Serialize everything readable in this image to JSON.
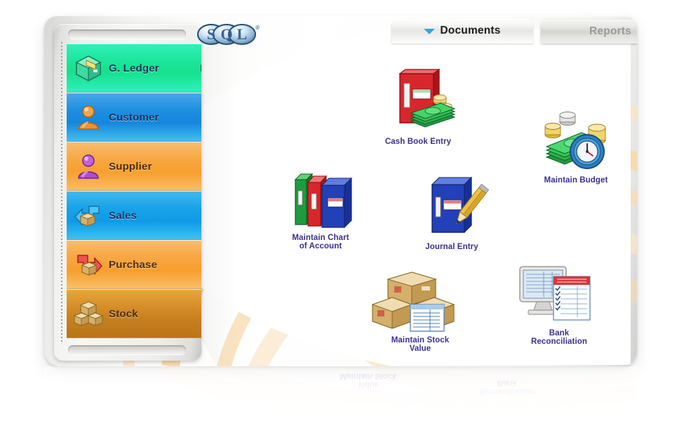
{
  "app": {
    "logo_text": "SQL",
    "logo_registered_mark": "®"
  },
  "tabs": [
    {
      "id": "documents",
      "label": "Documents",
      "active": true,
      "icon": "chevron-down-icon"
    },
    {
      "id": "reports",
      "label": "Reports",
      "active": false,
      "icon": null
    }
  ],
  "sidebar": {
    "items": [
      {
        "id": "g-ledger",
        "label": "G. Ledger",
        "icon": "ledger-cube-icon",
        "color": "#1ee79e",
        "selected": true,
        "has_arrow": true
      },
      {
        "id": "customer",
        "label": "Customer",
        "icon": "customer-person-icon",
        "color": "#1f8fe0",
        "selected": false,
        "has_arrow": false
      },
      {
        "id": "supplier",
        "label": "Supplier",
        "icon": "supplier-person-icon",
        "color": "#f7a945",
        "selected": false,
        "has_arrow": false
      },
      {
        "id": "sales",
        "label": "Sales",
        "icon": "sales-arrow-box-icon",
        "color": "#19a3e8",
        "selected": false,
        "has_arrow": false
      },
      {
        "id": "purchase",
        "label": "Purchase",
        "icon": "purchase-arrow-box-icon",
        "color": "#f7a845",
        "selected": false,
        "has_arrow": false
      },
      {
        "id": "stock",
        "label": "Stock",
        "icon": "stock-boxes-icon",
        "color": "#c8801f",
        "selected": false,
        "has_arrow": false
      }
    ]
  },
  "main": {
    "icons": [
      {
        "id": "cash-book-entry",
        "label": "Cash Book Entry",
        "label_line1": "Cash Book Entry",
        "label_line2": "",
        "icon": "red-book-cash-icon"
      },
      {
        "id": "maintain-budget",
        "label": "Maintain Budget",
        "label_line1": "Maintain Budget",
        "label_line2": "",
        "icon": "money-clock-icon"
      },
      {
        "id": "maintain-chart-of-account",
        "label": "Maintain Chart of Account",
        "label_line1": "Maintain Chart",
        "label_line2": "of Account",
        "icon": "three-books-icon"
      },
      {
        "id": "journal-entry",
        "label": "Journal Entry",
        "label_line1": "Journal Entry",
        "label_line2": "",
        "icon": "blue-book-pencil-icon"
      },
      {
        "id": "maintain-stock-value",
        "label": "Maintain Stock Value",
        "label_line1": "Maintain Stock",
        "label_line2": "Value",
        "icon": "boxes-list-icon"
      },
      {
        "id": "bank-reconciliation",
        "label": "Bank Reconciliation",
        "label_line1": "Bank",
        "label_line2": "Reconciliation",
        "icon": "monitor-checklist-icon"
      }
    ]
  },
  "theme": {
    "swirl_color": "#f7d6a4",
    "panel_bg": "#f4f4f2",
    "caption_color": "#3a2f8f",
    "label_color": "#15325c"
  }
}
